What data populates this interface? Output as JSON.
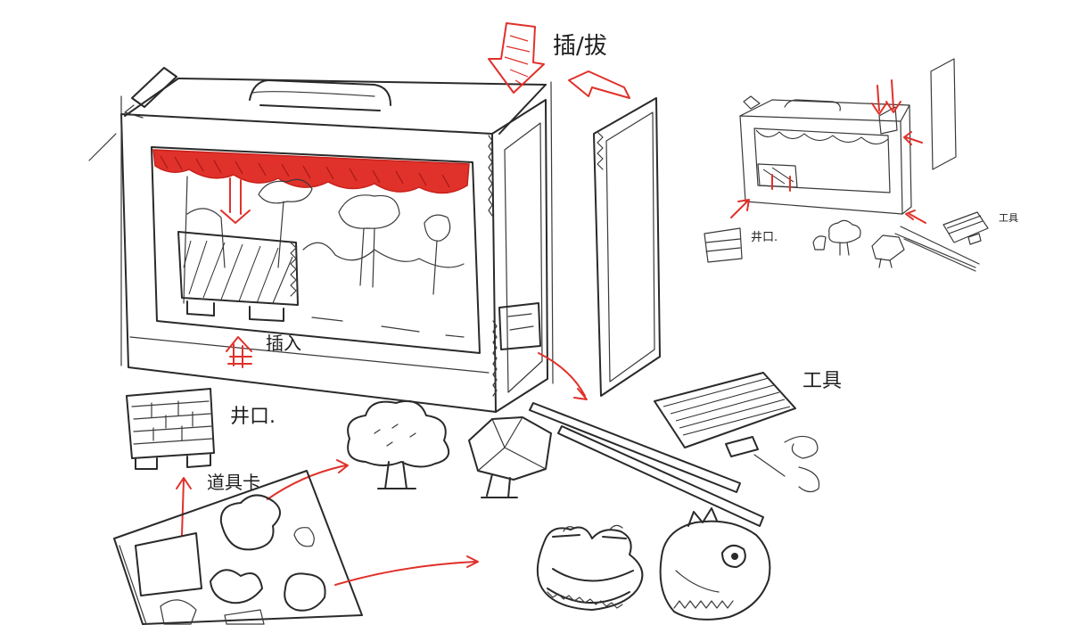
{
  "annotations": {
    "insert_remove": "插/拔",
    "insert": "插入",
    "well": "井口.",
    "prop_card": "道具卡",
    "tools": "工具",
    "small_well": "井口.",
    "small_tools": "工具"
  },
  "colors": {
    "ink": "#2a2a2a",
    "accent": "#e0312b"
  },
  "icons": [
    "theater-box",
    "curtain",
    "side-panel",
    "rod",
    "well-card",
    "tree",
    "rock",
    "prop-card-sheet",
    "frog-puppet",
    "fish-puppet",
    "tool-bundle"
  ]
}
